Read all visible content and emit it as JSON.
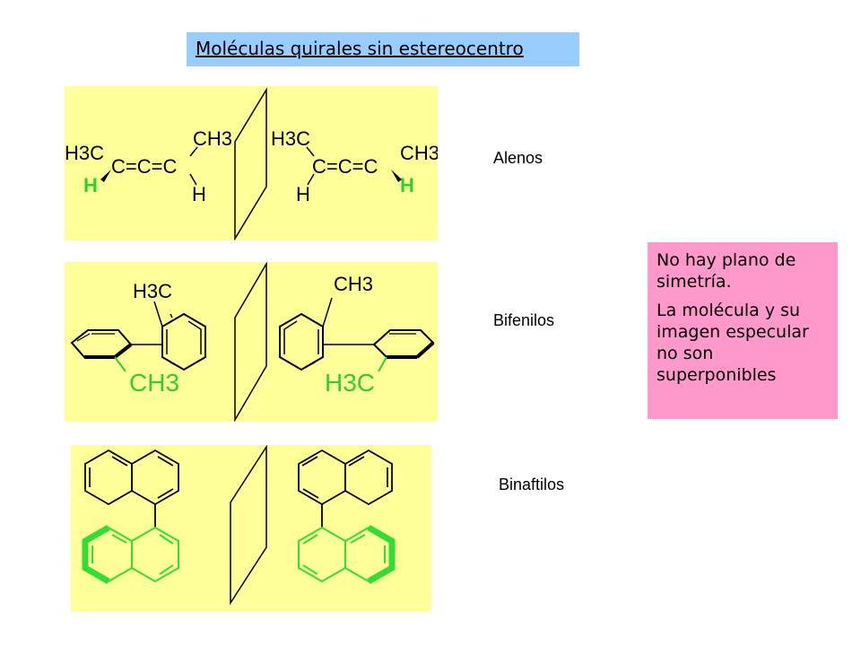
{
  "title": "Moléculas quirales sin estereocentro",
  "rows": [
    {
      "label": "Alenos",
      "left_molecule": {
        "h3c": "H3C",
        "ch3": "CH3",
        "chain": "C=C=C",
        "h_green": "H",
        "h_black": "H"
      },
      "right_molecule": {
        "h3c": "H3C",
        "ch3": "CH3",
        "chain": "C=C=C",
        "h_green": "H",
        "h_black": "H"
      }
    },
    {
      "label": "Bifenilos",
      "left_molecule": {
        "top_group": "H3C",
        "bottom_group": "CH3"
      },
      "right_molecule": {
        "top_group": "CH3",
        "bottom_group": "H3C"
      }
    },
    {
      "label": "Binaftilos"
    }
  ],
  "note": {
    "line1": "No hay plano de simetría.",
    "line2": "La molécula y su imagen especular no son superponibles"
  },
  "colors": {
    "title_bg": "#99ccff",
    "panel_bg": "#ffff99",
    "note_bg": "#ff99cc",
    "highlight_green": "#33dd33"
  }
}
